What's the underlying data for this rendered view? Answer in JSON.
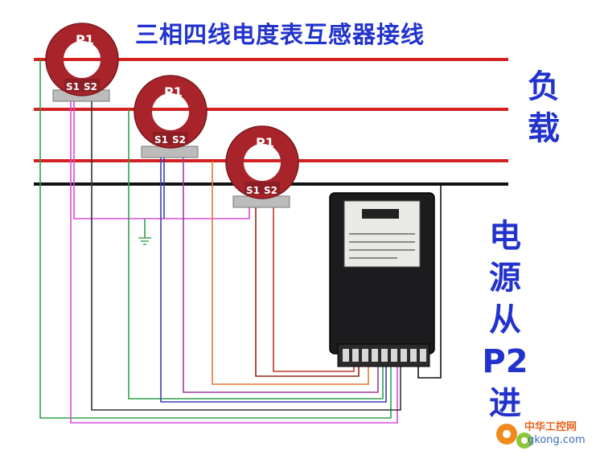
{
  "title": "三相四线电度表互感器接线",
  "side_labels": {
    "load": [
      "负",
      "载"
    ],
    "source": [
      "电",
      "源",
      "从",
      "P2",
      "进"
    ]
  },
  "ct_labels": {
    "p1": "P1",
    "s1": "S1",
    "s2": "S2"
  },
  "watermark": {
    "cn": "中华工控网",
    "en": "gkong.com"
  },
  "colors": {
    "phase_line": "#d42020",
    "neutral_line": "#111111",
    "ct_body": "#a8242a",
    "title_text": "#2233cc",
    "wire_green": "#2fa24a",
    "wire_pink": "#d94bd9",
    "wire_blue": "#3d3db8",
    "wire_orange": "#e07a32",
    "wire_brown": "#8a2a1a"
  }
}
